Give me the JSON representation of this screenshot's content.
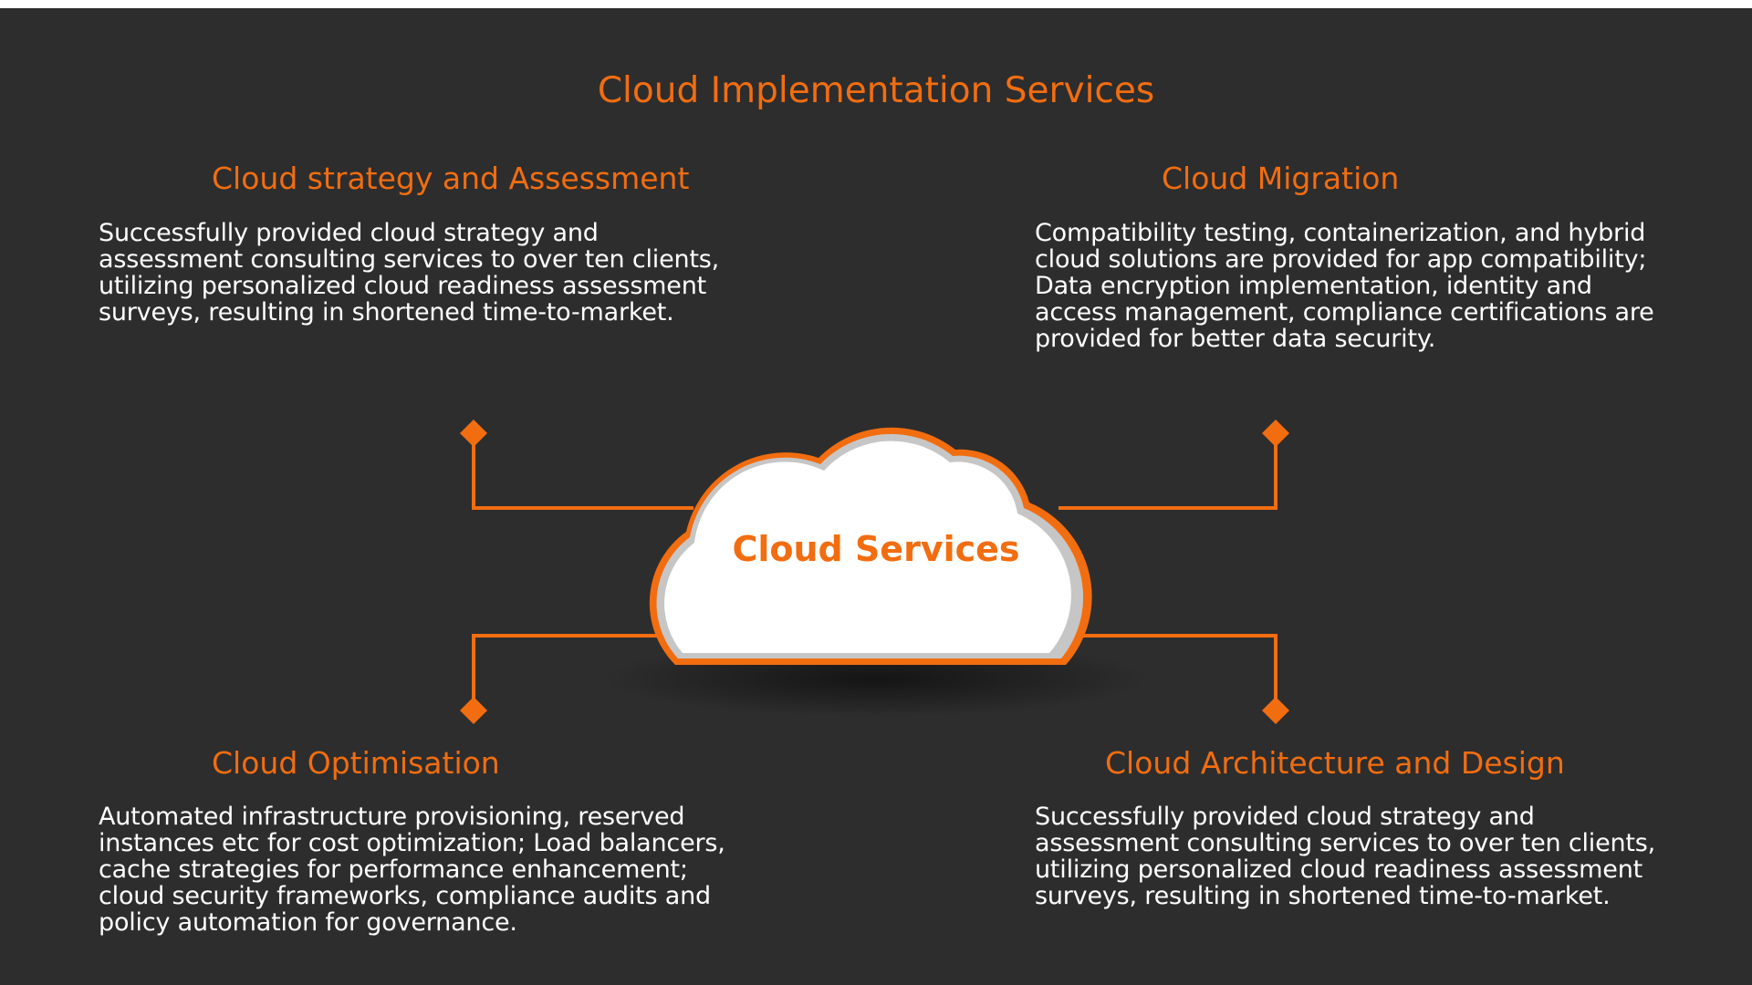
{
  "title": "Cloud Implementation Services",
  "center": {
    "label": "Cloud Services"
  },
  "sections": {
    "strategy": {
      "heading": "Cloud strategy and Assessment",
      "body": "Successfully provided cloud strategy and\nassessment consulting services to over ten clients,\nutilizing personalized cloud readiness assessment\nsurveys, resulting in shortened time-to-market."
    },
    "migration": {
      "heading": "Cloud Migration",
      "body": "Compatibility testing, containerization, and hybrid\ncloud solutions are provided for app compatibility;\nData encryption implementation, identity and\naccess management, compliance certifications are\nprovided for better data security."
    },
    "optimisation": {
      "heading": "Cloud Optimisation",
      "body": "Automated infrastructure provisioning, reserved\ninstances etc for cost optimization; Load balancers,\ncache strategies for performance enhancement;\ncloud security frameworks, compliance audits and\npolicy automation for governance."
    },
    "architecture": {
      "heading": "Cloud Architecture and Design",
      "body": "Successfully provided cloud strategy and\nassessment consulting services to over ten clients,\nutilizing personalized cloud readiness assessment\nsurveys, resulting in shortened time-to-market."
    }
  },
  "colors": {
    "background": "#2d2d2d",
    "accent": "#f26d10",
    "text": "#ffffff",
    "cloud_fill": "#ffffff"
  }
}
